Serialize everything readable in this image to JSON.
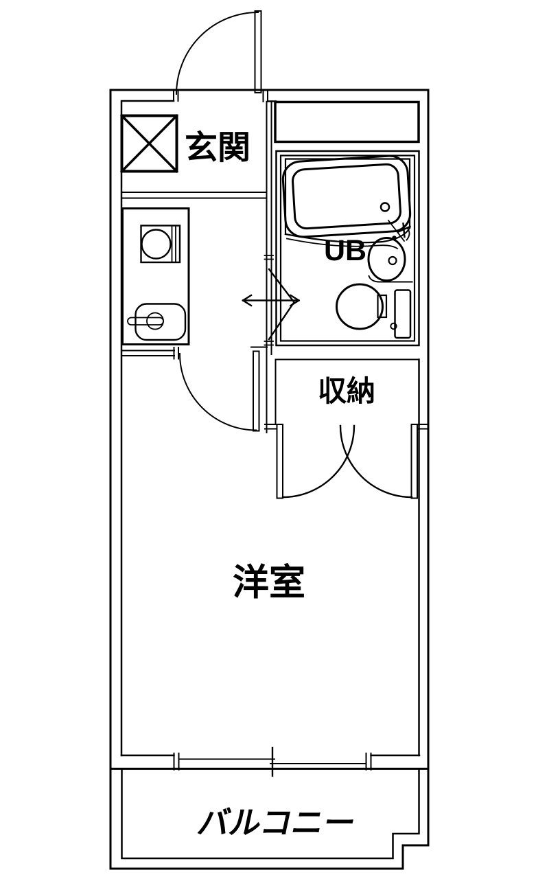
{
  "title": "1K apartment floor plan",
  "colors": {
    "background": "#ffffff",
    "line": "#000000"
  },
  "rooms": {
    "genkan": {
      "label": "玄関"
    },
    "unit_bath": {
      "label": "UB"
    },
    "storage": {
      "label": "収納"
    },
    "western_room": {
      "label": "洋室"
    },
    "balcony": {
      "label": "バルコニー"
    }
  },
  "symbols": {
    "shaft_box": "crossed-box-icon",
    "pipe_space": "plain-box",
    "entrance_door": "hinged-door-arc",
    "bath_door": "folding-door-with-arrow",
    "room_door": "hinged-door-arc",
    "closet_doors": "double-door-arcs",
    "window": "sliding-window",
    "bathtub": "bathtub-icon",
    "washbasin": "oval-basin-icon",
    "toilet": "toilet-icon",
    "gas_burner": "round-burner-icon",
    "kitchen_sink": "sink-with-faucet-icon"
  }
}
